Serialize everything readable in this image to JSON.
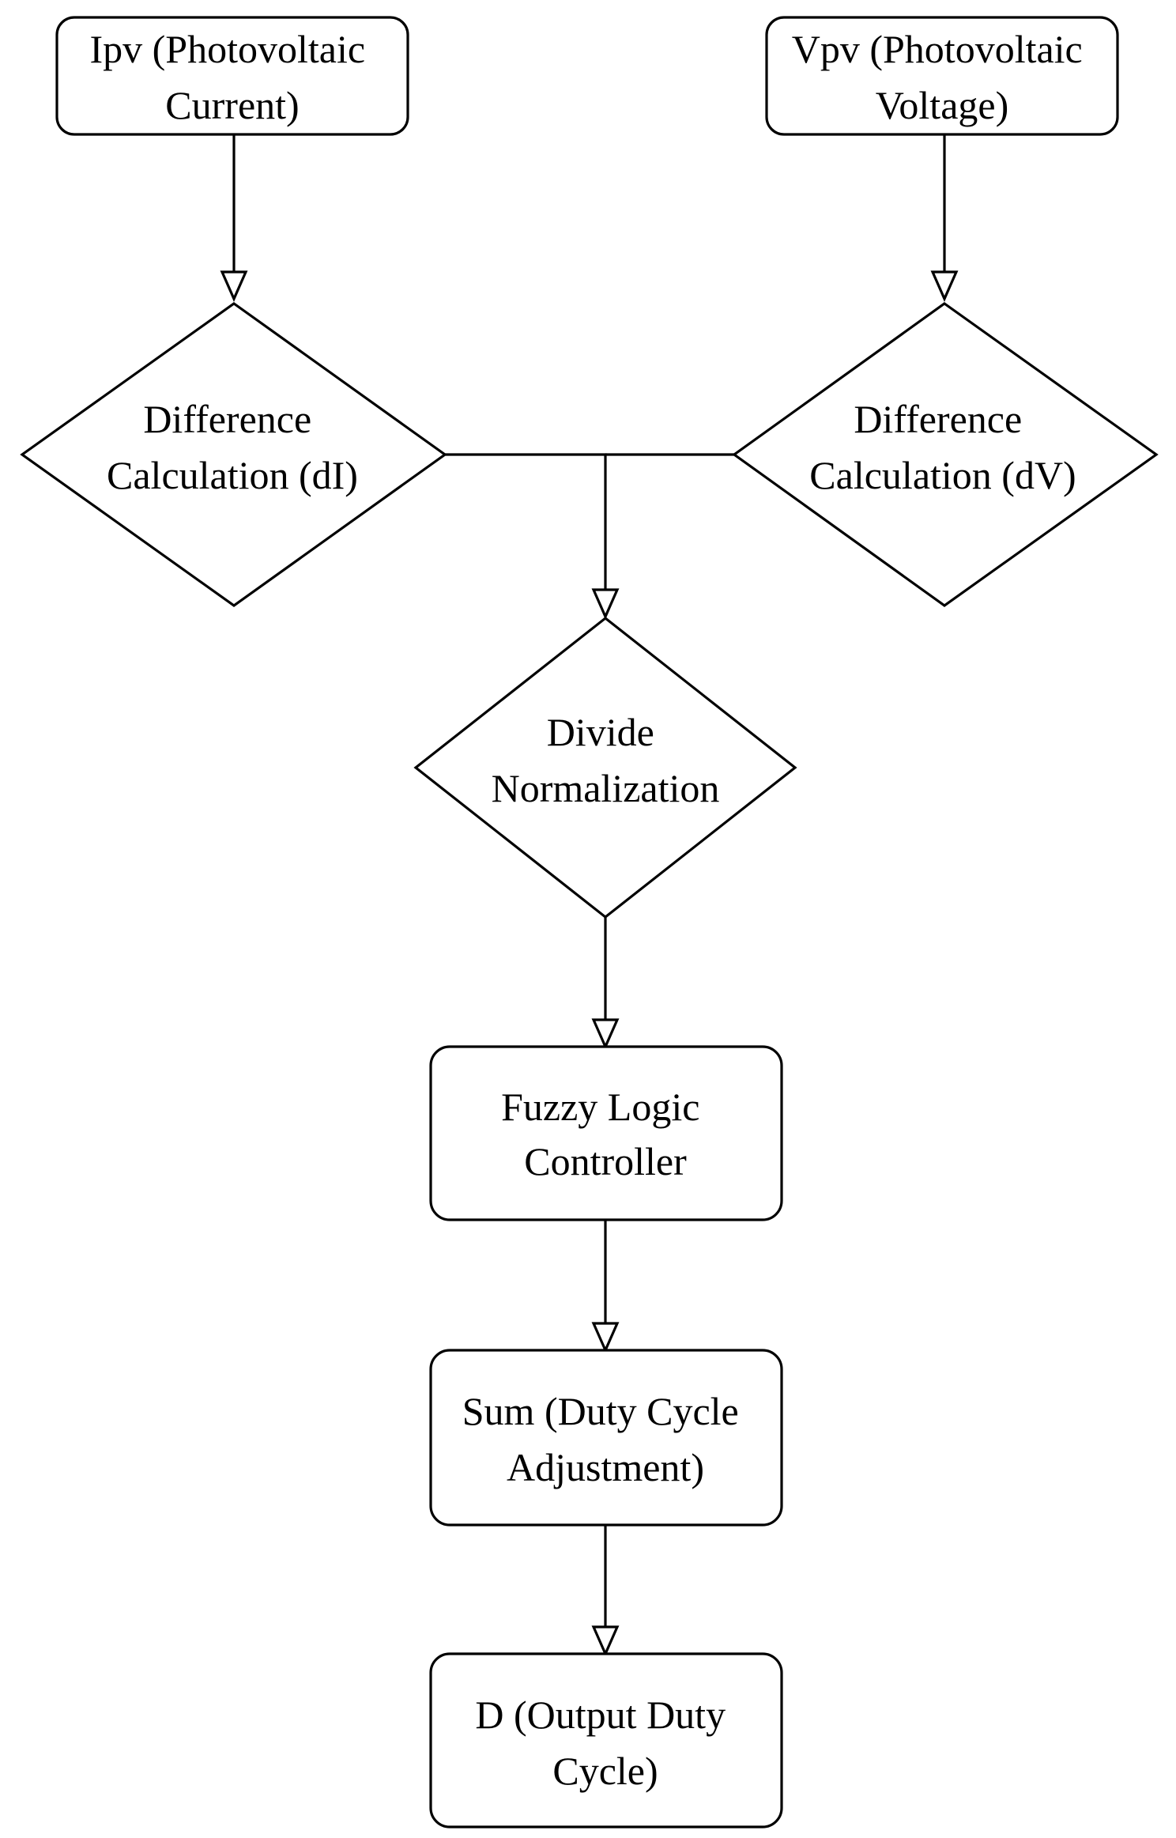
{
  "diagram": {
    "nodes": {
      "ipv": {
        "shape": "rounded-rect",
        "lines": [
          "Ipv (Photovoltaic",
          "Current)"
        ]
      },
      "vpv": {
        "shape": "rounded-rect",
        "lines": [
          "Vpv (Photovoltaic",
          "Voltage)"
        ]
      },
      "diff_di": {
        "shape": "diamond",
        "lines": [
          "Difference",
          "Calculation (dI)"
        ]
      },
      "diff_dv": {
        "shape": "diamond",
        "lines": [
          "Difference",
          "Calculation (dV)"
        ]
      },
      "divide": {
        "shape": "diamond",
        "lines": [
          "Divide",
          "Normalization"
        ]
      },
      "fuzzy": {
        "shape": "rounded-rect",
        "lines": [
          "Fuzzy Logic",
          "Controller"
        ]
      },
      "sum": {
        "shape": "rounded-rect",
        "lines": [
          "Sum (Duty Cycle",
          "Adjustment)"
        ]
      },
      "output": {
        "shape": "rounded-rect",
        "lines": [
          "D (Output Duty",
          "Cycle)"
        ]
      }
    },
    "edges": [
      {
        "from": "ipv",
        "to": "diff_di"
      },
      {
        "from": "vpv",
        "to": "diff_dv"
      },
      {
        "from": "diff_di",
        "to": "divide"
      },
      {
        "from": "diff_dv",
        "to": "divide"
      },
      {
        "from": "divide",
        "to": "fuzzy"
      },
      {
        "from": "fuzzy",
        "to": "sum"
      },
      {
        "from": "sum",
        "to": "output"
      }
    ],
    "colors": {
      "stroke": "#000000",
      "fill": "#ffffff",
      "text": "#000000"
    }
  }
}
